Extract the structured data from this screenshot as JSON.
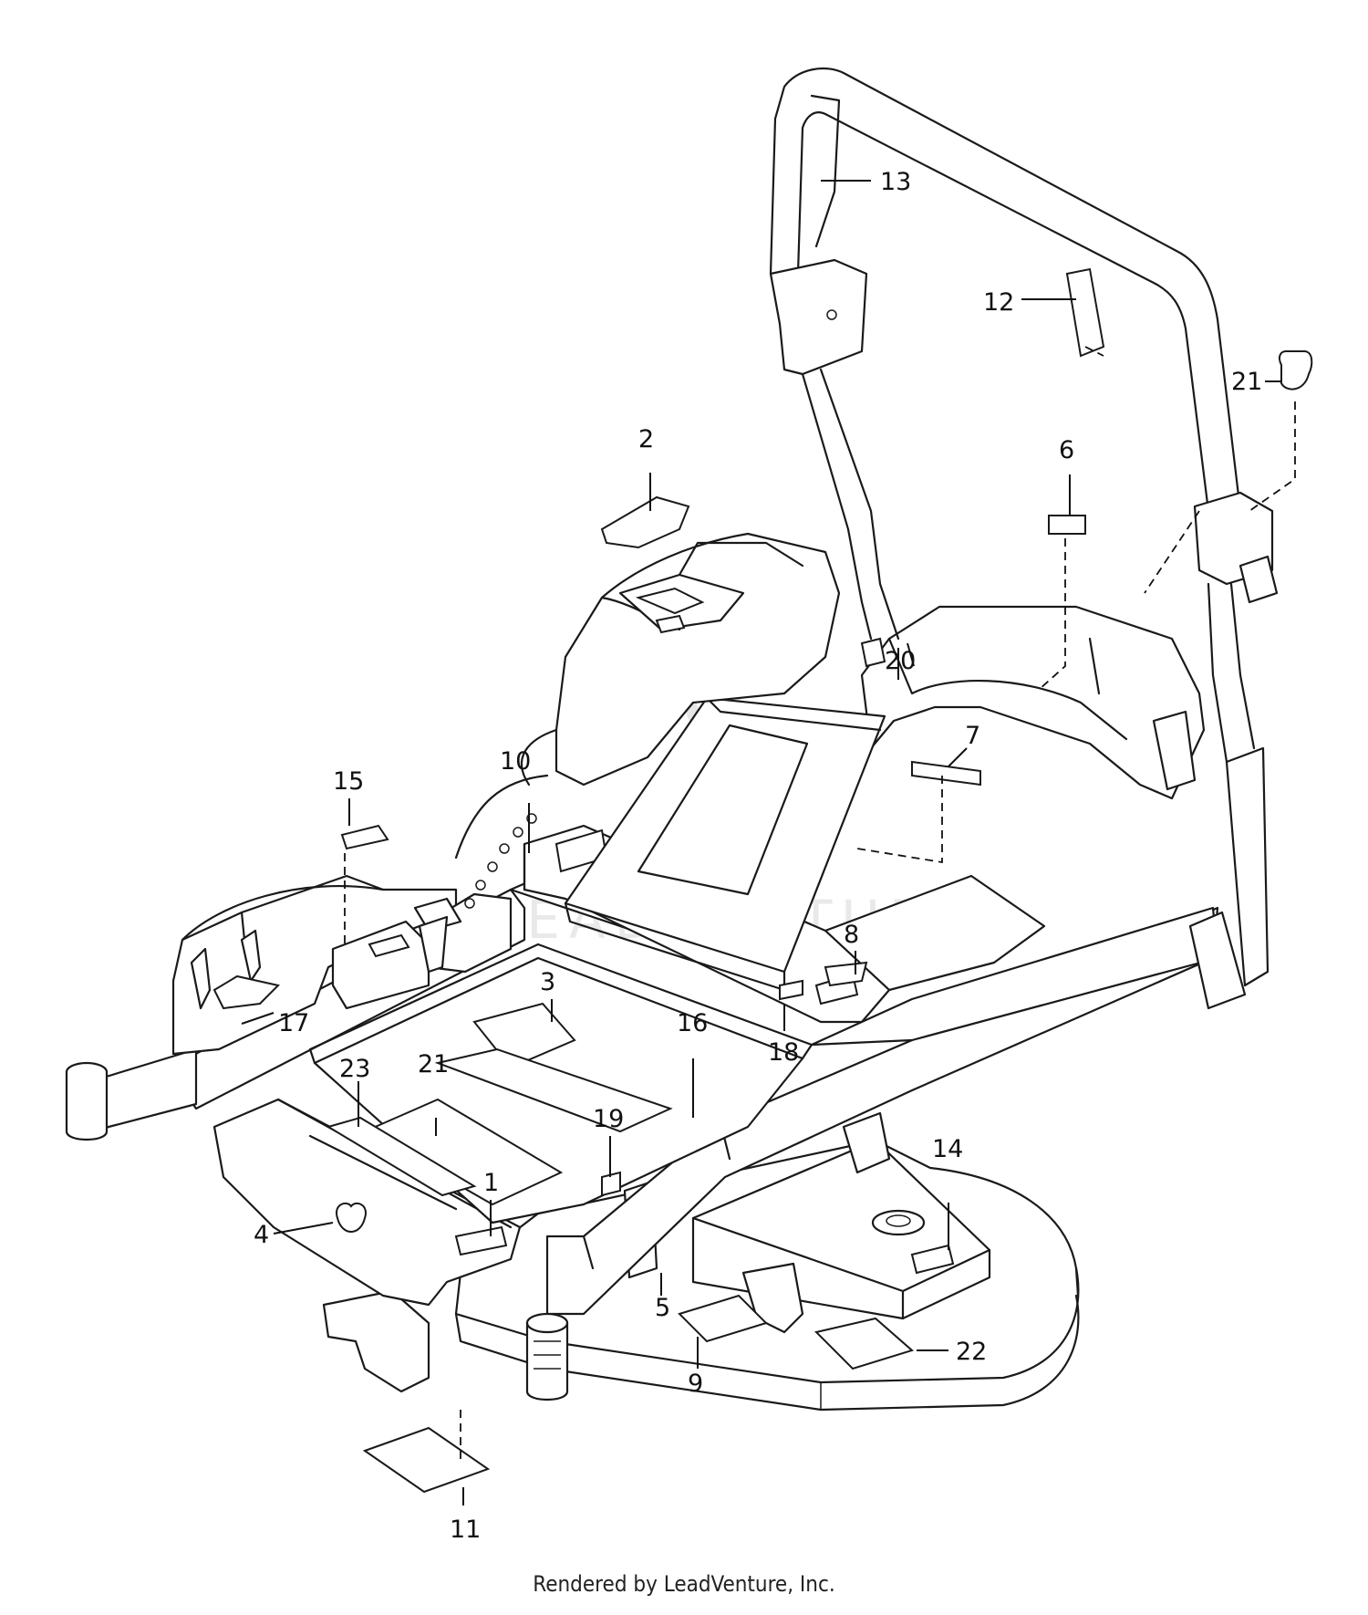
{
  "footer": {
    "text": "Rendered by LeadVenture, Inc."
  },
  "watermark": {
    "text": "LEADVENTURE"
  },
  "callouts": [
    {
      "id": "1",
      "label": "1"
    },
    {
      "id": "2",
      "label": "2"
    },
    {
      "id": "3",
      "label": "3"
    },
    {
      "id": "4",
      "label": "4"
    },
    {
      "id": "5",
      "label": "5"
    },
    {
      "id": "6",
      "label": "6"
    },
    {
      "id": "7",
      "label": "7"
    },
    {
      "id": "8",
      "label": "8"
    },
    {
      "id": "9",
      "label": "9"
    },
    {
      "id": "10",
      "label": "10"
    },
    {
      "id": "11",
      "label": "11"
    },
    {
      "id": "12",
      "label": "12"
    },
    {
      "id": "13",
      "label": "13"
    },
    {
      "id": "14",
      "label": "14"
    },
    {
      "id": "15",
      "label": "15"
    },
    {
      "id": "16",
      "label": "16"
    },
    {
      "id": "17",
      "label": "17"
    },
    {
      "id": "18",
      "label": "18"
    },
    {
      "id": "19",
      "label": "19"
    },
    {
      "id": "20",
      "label": "20"
    },
    {
      "id": "21a",
      "label": "21"
    },
    {
      "id": "21b",
      "label": "21"
    },
    {
      "id": "22",
      "label": "22"
    },
    {
      "id": "23",
      "label": "23"
    }
  ]
}
